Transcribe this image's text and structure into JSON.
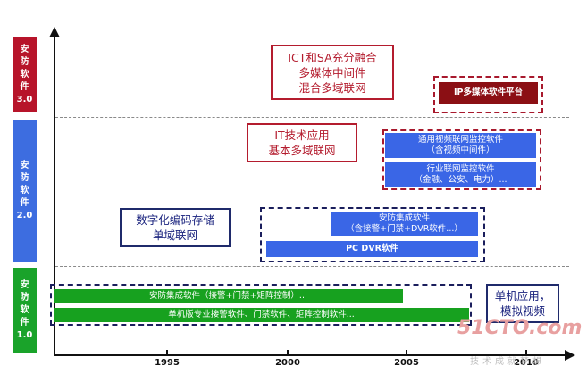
{
  "eras": [
    {
      "label": "安\n防\n软\n件\n3.0",
      "color": "#b7142a"
    },
    {
      "label": "安\n防\n软\n件\n2.0",
      "color": "#3d6de0"
    },
    {
      "label": "安\n防\n软\n件\n1.0",
      "color": "#1aa32a"
    }
  ],
  "axis": {
    "ticks": [
      "1995",
      "2000",
      "2005",
      "2010"
    ]
  },
  "callouts": {
    "era3": [
      "ICT和SA充分融合",
      "多媒体中间件",
      "混合多域联网"
    ],
    "era2_it": [
      "IT技术应用",
      "基本多域联网"
    ],
    "era2_digital": [
      "数字化编码存储",
      "单域联网"
    ],
    "era1": [
      "单机应用，",
      "模拟视频"
    ]
  },
  "bars": {
    "ip_platform": "IP多媒体软件平台",
    "general_video": [
      "通用视频联网监控软件",
      "（含视频中间件）"
    ],
    "industry_video": [
      "行业联网监控软件",
      "（金融、公安、电力）..."
    ],
    "integrated_2": [
      "安防集成软件",
      "（含接警+门禁+DVR软件...）"
    ],
    "pc_dvr": "PC DVR软件",
    "integrated_1": "安防集成软件（接警+门禁+矩阵控制）...",
    "standalone": "单机版专业接警软件、门禁软件、矩阵控制软件..."
  },
  "watermark": {
    "logo": "51CTO.com",
    "sub": "技术成就梦想"
  }
}
